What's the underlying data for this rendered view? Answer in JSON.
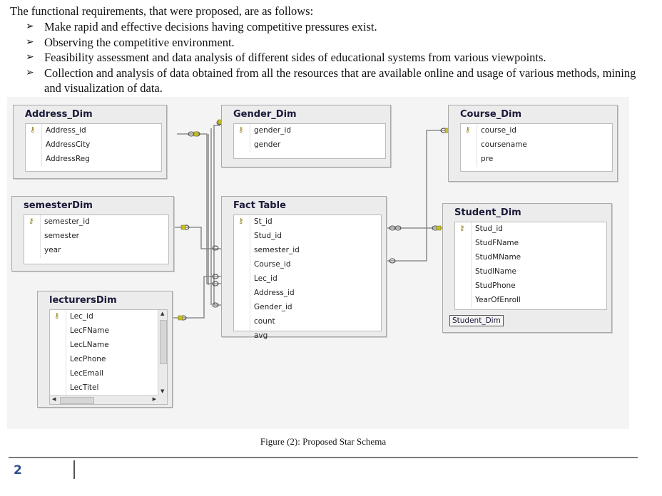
{
  "document": {
    "intro": "The functional requirements, that were proposed, are as follows:",
    "bullets": [
      "Make rapid and effective decisions having competitive pressures exist.",
      "Observing the competitive environment.",
      "Feasibility assessment and data analysis of different sides of educational systems from various viewpoints.",
      "Collection and analysis of data obtained from all the resources that are available online and usage of various methods, mining and visualization of data."
    ],
    "caption": "Figure (2): Proposed Star Schema",
    "page_number": "2"
  },
  "diagram": {
    "key_icon": "key-icon",
    "tables": {
      "address": {
        "title": "Address_Dim",
        "columns": [
          "Address_id",
          "AddressCity",
          "AddressReg"
        ]
      },
      "gender": {
        "title": "Gender_Dim",
        "columns": [
          "gender_id",
          "gender"
        ]
      },
      "course": {
        "title": "Course_Dim",
        "columns": [
          "course_id",
          "coursename",
          "pre"
        ]
      },
      "semester": {
        "title": "semesterDim",
        "columns": [
          "semester_id",
          "semester",
          "year"
        ]
      },
      "fact": {
        "title": "Fact Table",
        "columns": [
          "St_id",
          "Stud_id",
          "semester_id",
          "Course_id",
          "Lec_id",
          "Address_id",
          "Gender_id",
          "count",
          "avg"
        ]
      },
      "student": {
        "title": "Student_Dim",
        "columns": [
          "Stud_id",
          "StudFName",
          "StudMName",
          "StudlName",
          "StudPhone",
          "YearOfEnroll"
        ],
        "tag": "Student_Dim"
      },
      "lecturers": {
        "title": "lecturersDim",
        "columns": [
          "Lec_id",
          "LecFName",
          "LecLName",
          "LecPhone",
          "LecEmail",
          "LecTitel"
        ]
      }
    },
    "colors": {
      "table_bg": "#ececec",
      "connector": "#7a7a7a",
      "key": "#8a7a10"
    }
  }
}
